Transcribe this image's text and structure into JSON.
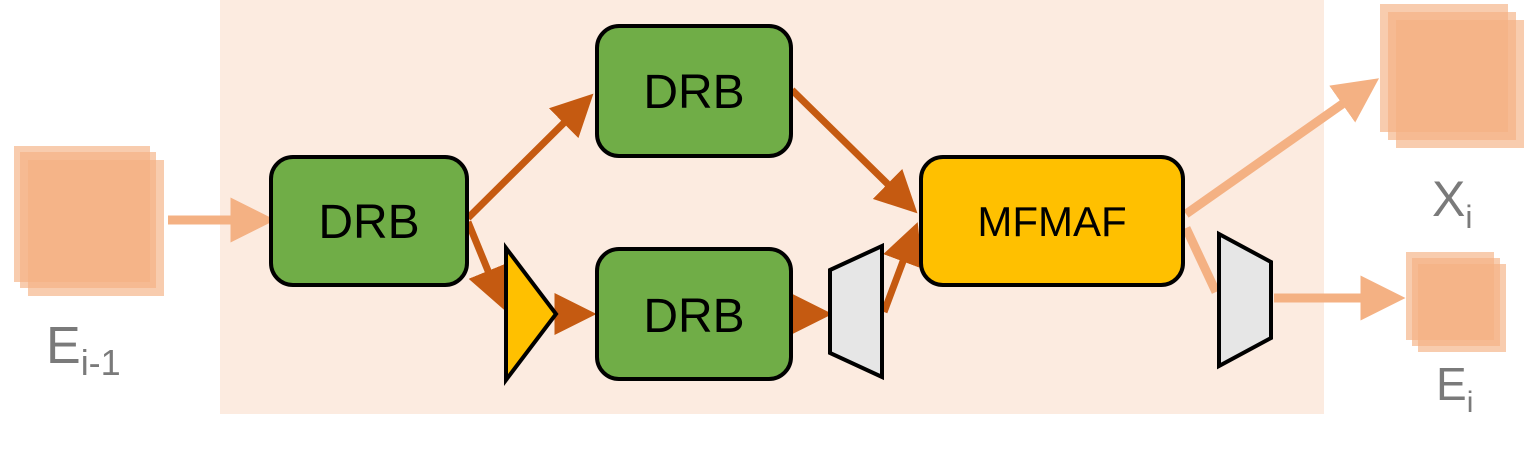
{
  "colors": {
    "region_fill": "#fcebe0",
    "drb_fill": "#70ad47",
    "mfmaf_fill": "#ffc000",
    "upsample_fill": "#ffc000",
    "trapezoid_fill": "#e6e6e6",
    "arrow_dark": "#c55a11",
    "arrow_light": "#f4b183",
    "feature_fill": "#f4b183",
    "label_gray": "#7a7a7a"
  },
  "blocks": {
    "drb_left": "DRB",
    "drb_top": "DRB",
    "drb_bottom": "DRB",
    "mfmaf": "MFMAF"
  },
  "labels": {
    "input": {
      "base": "E",
      "sub": "i-1"
    },
    "output_x": {
      "base": "X",
      "sub": "i"
    },
    "output_e": {
      "base": "E",
      "sub": "i"
    }
  },
  "icons": {
    "upsample": "triangle-upsample-icon",
    "downsample_1": "trapezoid-downsample-icon",
    "downsample_2": "trapezoid-downsample-icon",
    "feature_map": "stacked-squares-icon"
  }
}
